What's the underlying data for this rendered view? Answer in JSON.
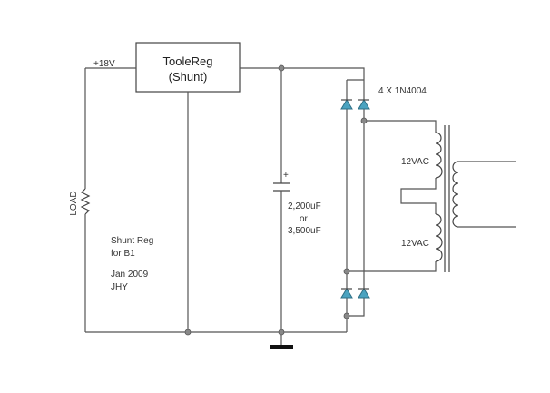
{
  "regulator": {
    "line1": "TooleReg",
    "line2": "(Shunt)"
  },
  "rail_label": "+18V",
  "load_label": "LOAD",
  "capacitor": {
    "polarity": "+",
    "line1": "2,200uF",
    "line2": "or",
    "line3": "3,500uF"
  },
  "diodes_label": "4 X 1N4004",
  "transformer": {
    "upper_label": "12VAC",
    "lower_label": "12VAC"
  },
  "notes": {
    "line1": "Shunt Reg",
    "line2": "for B1",
    "line3": "Jan 2009",
    "line4": "JHY"
  }
}
